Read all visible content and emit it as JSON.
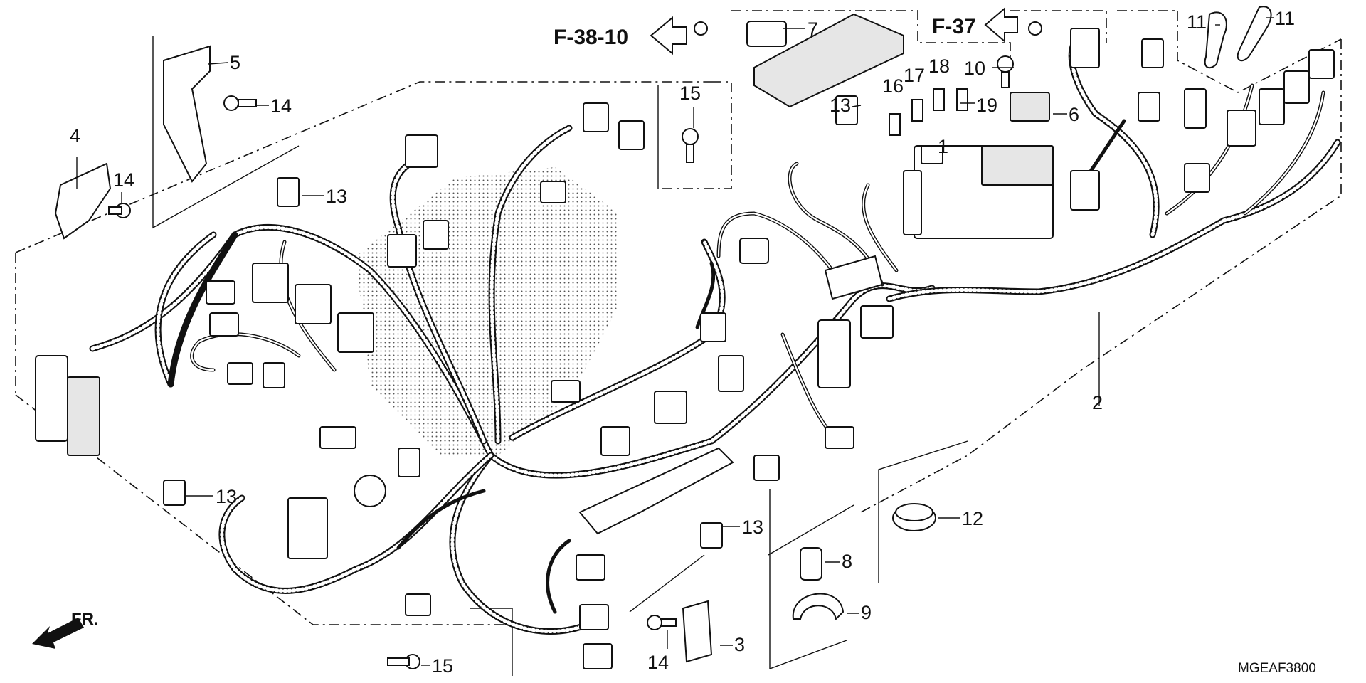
{
  "diagram": {
    "code": "MGEAF3800",
    "front_label": "FR.",
    "refs": [
      {
        "id": "ref-f38-10",
        "label": "F-38-10"
      },
      {
        "id": "ref-f37",
        "label": "F-37"
      }
    ],
    "callouts": [
      {
        "id": "c1",
        "label": "1"
      },
      {
        "id": "c2",
        "label": "2"
      },
      {
        "id": "c3",
        "label": "3"
      },
      {
        "id": "c4",
        "label": "4"
      },
      {
        "id": "c5",
        "label": "5"
      },
      {
        "id": "c6",
        "label": "6"
      },
      {
        "id": "c7",
        "label": "7"
      },
      {
        "id": "c8",
        "label": "8"
      },
      {
        "id": "c9",
        "label": "9"
      },
      {
        "id": "c10",
        "label": "10"
      },
      {
        "id": "c11a",
        "label": "11"
      },
      {
        "id": "c11b",
        "label": "11"
      },
      {
        "id": "c12",
        "label": "12"
      },
      {
        "id": "c13a",
        "label": "13"
      },
      {
        "id": "c13b",
        "label": "13"
      },
      {
        "id": "c13c",
        "label": "13"
      },
      {
        "id": "c13d",
        "label": "13"
      },
      {
        "id": "c14a",
        "label": "14"
      },
      {
        "id": "c14b",
        "label": "14"
      },
      {
        "id": "c14c",
        "label": "14"
      },
      {
        "id": "c15a",
        "label": "15"
      },
      {
        "id": "c15b",
        "label": "15"
      },
      {
        "id": "c16",
        "label": "16"
      },
      {
        "id": "c17",
        "label": "17"
      },
      {
        "id": "c18",
        "label": "18"
      },
      {
        "id": "c19",
        "label": "19"
      }
    ]
  }
}
